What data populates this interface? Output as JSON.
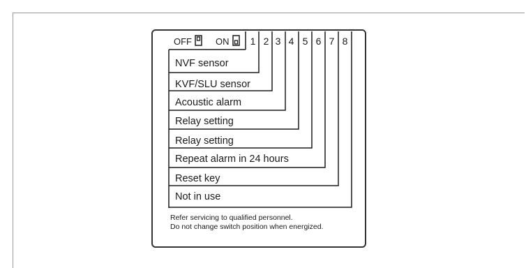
{
  "header": {
    "off_label": "OFF",
    "on_label": "ON",
    "switch_numbers": [
      "1",
      "2",
      "3",
      "4",
      "5",
      "6",
      "7",
      "8"
    ]
  },
  "switches": [
    {
      "label": "NVF sensor"
    },
    {
      "label": "KVF/SLU sensor"
    },
    {
      "label": "Acoustic alarm"
    },
    {
      "label": "Relay setting"
    },
    {
      "label": "Relay setting"
    },
    {
      "label": "Repeat alarm in 24 hours"
    },
    {
      "label": "Reset key"
    },
    {
      "label": "Not in use"
    }
  ],
  "notes": [
    "Refer servicing to qualified personnel.",
    "Do not change switch position when energized."
  ],
  "colors": {
    "ink": "#1a1a1a",
    "frame": "#999999"
  }
}
